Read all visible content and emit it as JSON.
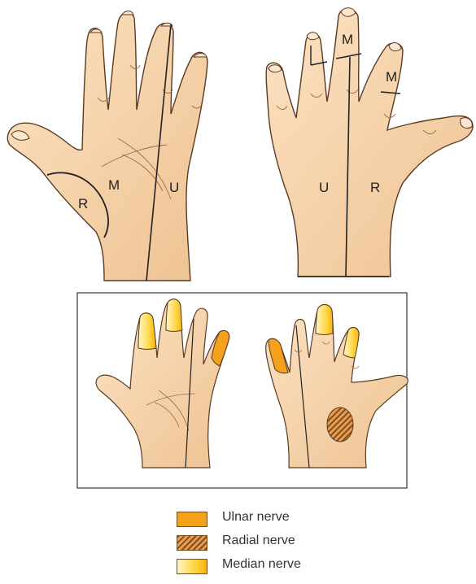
{
  "colors": {
    "skin": "#f8d7b0",
    "skin_shade": "#e9b88a",
    "outline": "#5a3a22",
    "ulnar": "#f4a21c",
    "radial_hatch": "#8a4a17",
    "median_light": "#fff4c4",
    "median_dark": "#f5b40a"
  },
  "upper": {
    "palm_labels": {
      "radial": "R",
      "median": "M",
      "ulnar": "U"
    },
    "dorsum_labels": {
      "ulnar": "U",
      "radial": "R",
      "median_1": "M",
      "median_2": "M"
    }
  },
  "legend": {
    "items": [
      {
        "label": "Ulnar nerve",
        "swatch": "solid-orange"
      },
      {
        "label": "Radial nerve",
        "swatch": "hatched-brown"
      },
      {
        "label": "Median nerve",
        "swatch": "yellow-gradient"
      }
    ]
  }
}
